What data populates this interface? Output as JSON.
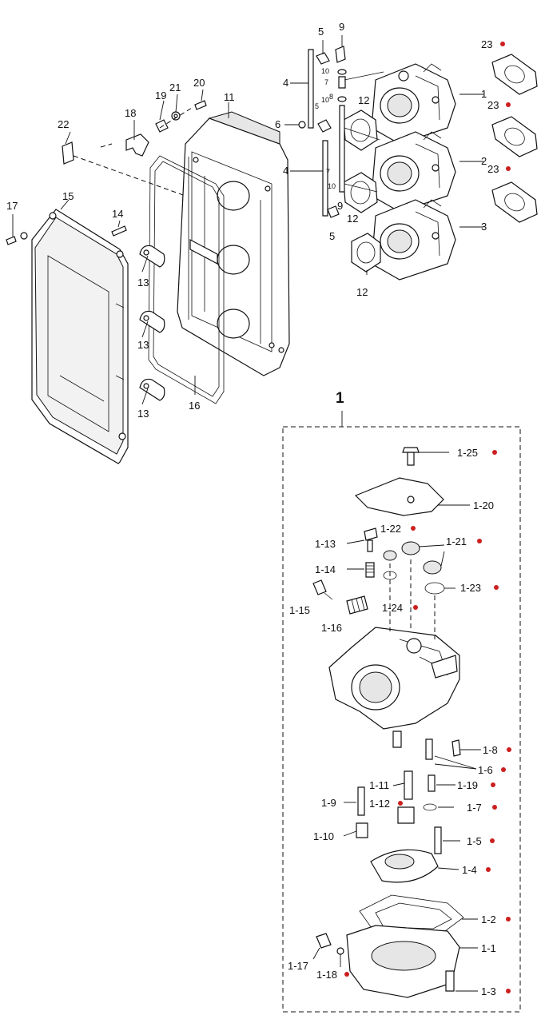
{
  "diagram": {
    "upper_labels": [
      "1",
      "2",
      "3",
      "4",
      "4",
      "5",
      "5",
      "5",
      "6",
      "7",
      "7",
      "8",
      "9",
      "9",
      "10",
      "10",
      "10",
      "11",
      "12",
      "12",
      "12",
      "13",
      "13",
      "13",
      "14",
      "15",
      "16",
      "17",
      "18",
      "19",
      "20",
      "21",
      "22",
      "23",
      "23",
      "23"
    ],
    "detail_title": "1",
    "detail_parts": [
      {
        "label": "1-25",
        "replaceable": true
      },
      {
        "label": "1-20",
        "replaceable": false
      },
      {
        "label": "1-22",
        "replaceable": true
      },
      {
        "label": "1-21",
        "replaceable": true
      },
      {
        "label": "1-13",
        "replaceable": false
      },
      {
        "label": "1-14",
        "replaceable": false
      },
      {
        "label": "1-23",
        "replaceable": true
      },
      {
        "label": "1-15",
        "replaceable": false
      },
      {
        "label": "1-24",
        "replaceable": true
      },
      {
        "label": "1-16",
        "replaceable": false
      },
      {
        "label": "1-8",
        "replaceable": true
      },
      {
        "label": "1-6",
        "replaceable": true
      },
      {
        "label": "1-11",
        "replaceable": false
      },
      {
        "label": "1-19",
        "replaceable": true
      },
      {
        "label": "1-9",
        "replaceable": false
      },
      {
        "label": "1-12",
        "replaceable": true
      },
      {
        "label": "1-7",
        "replaceable": true
      },
      {
        "label": "1-10",
        "replaceable": false
      },
      {
        "label": "1-5",
        "replaceable": true
      },
      {
        "label": "1-4",
        "replaceable": true
      },
      {
        "label": "1-2",
        "replaceable": true
      },
      {
        "label": "1-1",
        "replaceable": false
      },
      {
        "label": "1-17",
        "replaceable": false
      },
      {
        "label": "1-18",
        "replaceable": true
      },
      {
        "label": "1-3",
        "replaceable": true
      }
    ],
    "marker_color": "#cc1f1f",
    "line_color": "#111111"
  }
}
